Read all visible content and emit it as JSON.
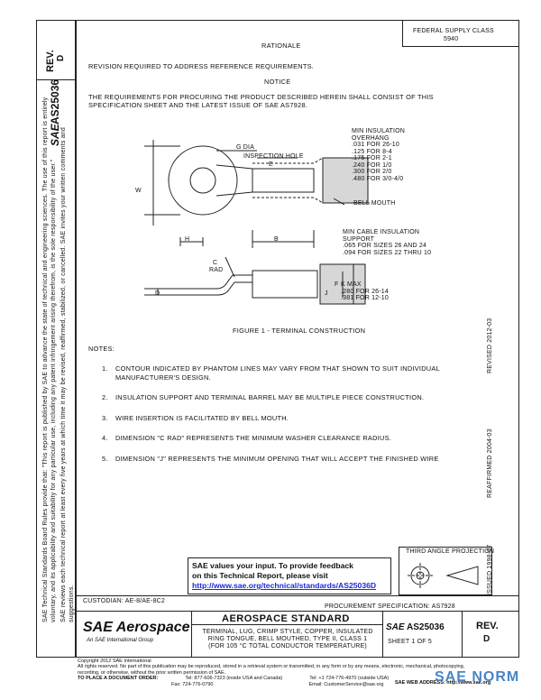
{
  "header": {
    "rev_label": "REV.",
    "rev_value": "D",
    "doc_number": "AS25036",
    "sae_mark": "SAE",
    "rationale_label": "RATIONALE",
    "fed_supply_class_line1": "FEDERAL SUPPLY CLASS",
    "fed_supply_class_line2": "5940"
  },
  "text": {
    "rationale": "REVISION REQUIRED TO ADDRESS REFERENCE REQUIREMENTS.",
    "notice_label": "NOTICE",
    "notice_body_line1": "THE REQUIREMENTS FOR PROCURING THE PRODUCT DESCRIBED HEREIN SHALL CONSIST OF THIS",
    "notice_body_line2": "SPECIFICATION SHEET AND THE LATEST ISSUE OF SAE AS7928."
  },
  "figure": {
    "min_insulation_overhang": "MIN INSULATION OVERHANG",
    "overhang_values": [
      ".031 FOR 26-10",
      ".125 FOR 8-4",
      ".175 FOR 2-1",
      ".240 FOR 1/0",
      ".300 FOR 2/0",
      ".480 FOR 3/0-4/0"
    ],
    "g_dia": "G DIA",
    "inspection_hole": "INSPECTION HOLE",
    "e": "E",
    "w": "W",
    "bell_mouth": "BELL MOUTH",
    "h": "H",
    "b": "B",
    "min_cable_insulation_support": "MIN CABLE INSULATION SUPPORT",
    "support_values": [
      ".065 FOR SIZES 26 AND 24",
      ".094 FOR SIZES 22 THRU 10"
    ],
    "c": "C",
    "rad": "RAD",
    "d": "D",
    "k_max": "K MAX",
    "k_values": [
      ".280 FOR 26-14",
      ".381 FOR 12-10"
    ],
    "f": "F",
    "j": "J",
    "caption": "FIGURE 1 - TERMINAL CONSTRUCTION"
  },
  "notes": {
    "label": "NOTES:",
    "items": [
      {
        "num": "1.",
        "text": "CONTOUR INDICATED BY PHANTOM LINES MAY VARY FROM THAT SHOWN TO SUIT INDIVIDUAL MANUFACTURER'S DESIGN."
      },
      {
        "num": "2.",
        "text": "INSULATION SUPPORT AND TERMINAL BARREL MAY BE MULTIPLE PIECE CONSTRUCTION."
      },
      {
        "num": "3.",
        "text": "WIRE INSERTION IS FACILITATED BY BELL MOUTH."
      },
      {
        "num": "4.",
        "text": "DIMENSION \"C RAD\" REPRESENTS THE MINIMUM WASHER CLEARANCE RADIUS."
      },
      {
        "num": "5.",
        "text": "DIMENSION \"J\" REPRESENTS THE MINIMUM OPENING THAT WILL ACCEPT THE FINISHED WIRE"
      }
    ]
  },
  "dates": {
    "revised": "REVISED 2012-03",
    "reaffirmed": "REAFFIRMED 2004-03",
    "issued": "ISSUED 1998-07"
  },
  "feedback": {
    "line1": "SAE values your input. To provide feedback",
    "line2": "on this Technical Report, please visit",
    "url": "http://www.sae.org/technical/standards/AS25036D"
  },
  "third_angle": "THIRD ANGLE PROJECTION",
  "custodian": "CUSTODIAN: AE-8/AE-8C2",
  "procurement": "PROCUREMENT SPECIFICATION: AS7928",
  "title_block": {
    "brand": "SAE Aerospace",
    "brand_sub": "An SAE International Group",
    "standard": "AEROSPACE STANDARD",
    "title_lines": [
      "TERMINAL, LUG, CRIMP STYLE, COPPER, INSULATED",
      "RING TONGUE, BELL MOUTHED, TYPE II, CLASS 1",
      "(FOR 105 °C TOTAL CONDUCTOR TEMPERATURE)"
    ],
    "doc_number": "AS25036",
    "sheet": "SHEET 1 OF 5",
    "rev_label": "REV.",
    "rev_value": "D"
  },
  "side_text": {
    "line1": "SAE Technical Standards Board Rules provide that: \"This report is published by SAE to advance the state of technical and engineering sciences. The use of this report is entirely",
    "line2": "voluntary, and its applicability and suitability for any particular use, including any patent infringement arising therefrom, is the sole responsibility of the user.\"",
    "line3": "SAE reviews each technical report at least every five years at which time it may be revised, reaffirmed, stabilized, or cancelled. SAE invites your written comments and",
    "line4": "suggestions."
  },
  "footer": {
    "copyright": "Copyright 2012 SAE International",
    "rights": "All rights reserved. No part of this publication may be reproduced, stored in a retrieval system or transmitted, in any form or by any means, electronic, mechanical, photocopying,",
    "rights2": "recording, or otherwise, without the prior written permission of SAE.",
    "order_label": "TO PLACE A DOCUMENT ORDER:",
    "tel": "Tel: 877-606-7323 (inside USA and Canada)",
    "tel2": "Tel: +1 724-776-4970 (outside USA)",
    "fax": "Fax: 724-776-0790",
    "email": "Email: CustomerService@sae.org",
    "web": "SAE WEB ADDRESS:",
    "web_url": "http://www.sae.org"
  },
  "watermark": "SAE NORM"
}
